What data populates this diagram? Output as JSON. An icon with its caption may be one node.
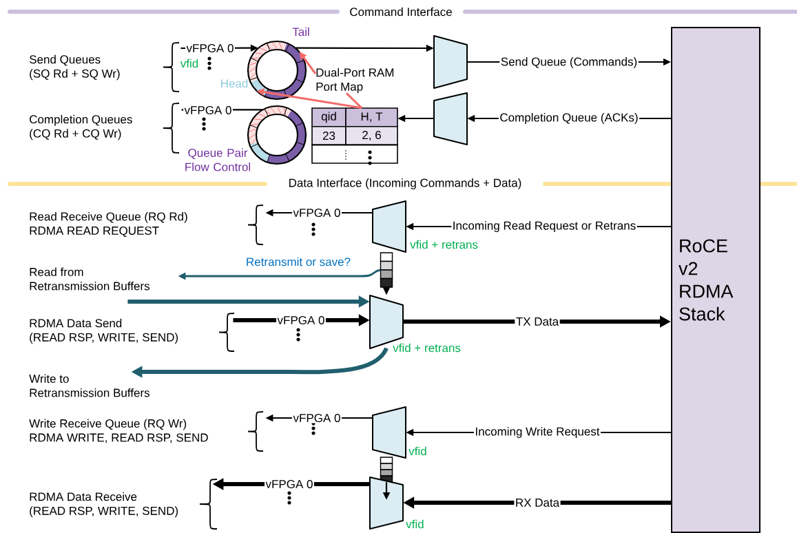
{
  "diagram": {
    "nodes": [
      {
        "text": [
          "Send Queues",
          "(SQ Rd + SQ Wr)"
        ]
      },
      {
        "text": [],
        "shape": "circle"
      },
      {
        "text": [],
        "shape": "trapezoid"
      },
      {
        "text": [
          "RoCE v2 RDMA Stack"
        ]
      },
      {
        "text": [
          "Dual-Port RAM Port Map"
        ]
      },
      {
        "text": [
          "Completion Queues",
          "(CQ Rd + CQ Wr)"
        ]
      },
      {
        "text": [],
        "shape": "circle"
      },
      {
        "text": [
          "qid",
          "H, T",
          "23",
          "2, 6"
        ]
      },
      {
        "text": [],
        "shape": "trapezoid"
      },
      {
        "text": [
          "Read Receive Queue (RQ Rd)",
          "RDMA READ REQUEST"
        ]
      },
      {
        "text": [],
        "shape": "trapezoid",
        "beside": [
          "vfid + retrans"
        ]
      },
      {
        "text": [],
        "shape": "box"
      },
      {
        "text": [
          "Read from Retransmission Buffers"
        ]
      },
      {
        "text": [
          "RDMA Data Send",
          "(READ RSP, WRITE, SEND)"
        ]
      },
      {
        "text": [],
        "shape": "trapezoid",
        "beside": [
          "vfid + retrans"
        ]
      },
      {
        "text": [
          "Write to Retransmission Buffers"
        ]
      },
      {
        "text": [
          "Write Receive Queue (RQ Wr)",
          "RDMA WRITE, READ RSP, SEND"
        ]
      },
      {
        "text": [],
        "shape": "trapezoid",
        "beside": [
          "vfid"
        ]
      },
      {
        "text": [],
        "shape": "box"
      },
      {
        "text": [
          "RDMA Data Receive",
          "(READ RSP, WRITE, SEND)"
        ]
      },
      {
        "text": [],
        "shape": "trapezoid",
        "beside": [
          "vfid"
        ]
      }
    ],
    "edges": [
      {
        "from": 0,
        "to": 1,
        "arrow": "to",
        "label": "vFPGA 0"
      },
      {
        "from": 1,
        "to": 2,
        "arrow": "to"
      },
      {
        "from": 2,
        "to": 3,
        "arrow": "to",
        "label": "Send Queue (Commands)"
      },
      {
        "from": 4,
        "to": 1,
        "arrow": "to",
        "color": "#f26b6b"
      },
      {
        "from": 4,
        "to": 7,
        "arrow": "none",
        "color": "#f26b6b"
      },
      {
        "from": 7,
        "to": 1,
        "arrow": "to",
        "color": "#f26b6b"
      },
      {
        "from": 3,
        "to": 8,
        "arrow": "to",
        "label": "Completion Queue (ACKs)"
      },
      {
        "from": 8,
        "to": 7,
        "arrow": "to"
      },
      {
        "from": 6,
        "to": 5,
        "arrow": "to",
        "label": "vFPGA 0"
      },
      {
        "from": 3,
        "to": 10,
        "arrow": "to",
        "label": "Incoming Read Request or Retrans"
      },
      {
        "from": 10,
        "to": 9,
        "arrow": "to",
        "label": "vFPGA 0"
      },
      {
        "from": 11,
        "to": 12,
        "arrow": "to",
        "color": "#215f6e",
        "label": "Retransmit or save?"
      },
      {
        "from": 11,
        "to": 14,
        "arrow": "to"
      },
      {
        "from": 12,
        "to": 14,
        "arrow": "to",
        "style": "thick",
        "color": "#215f6e"
      },
      {
        "from": 13,
        "to": 14,
        "arrow": "to",
        "style": "thick",
        "label": "vFPGA 0"
      },
      {
        "from": 14,
        "to": 3,
        "arrow": "to",
        "style": "thick",
        "label": "TX Data"
      },
      {
        "from": 14,
        "to": 15,
        "arrow": "to",
        "style": "thick",
        "color": "#215f6e"
      },
      {
        "from": 3,
        "to": 17,
        "arrow": "to",
        "label": "Incoming Write Request"
      },
      {
        "from": 17,
        "to": 16,
        "arrow": "to",
        "label": "vFPGA 0"
      },
      {
        "from": 18,
        "to": 20,
        "arrow": "to"
      },
      {
        "from": 3,
        "to": 20,
        "arrow": "to",
        "style": "thick",
        "label": "RX Data"
      },
      {
        "from": 20,
        "to": 19,
        "arrow": "to",
        "style": "thick",
        "label": "vFPGA 0"
      }
    ],
    "labels": [
      "Command Interface",
      "Tail",
      "vfid",
      "Head",
      "Queue Pair Flow Control",
      "Data Interface (Incoming Commands + Data)"
    ]
  }
}
